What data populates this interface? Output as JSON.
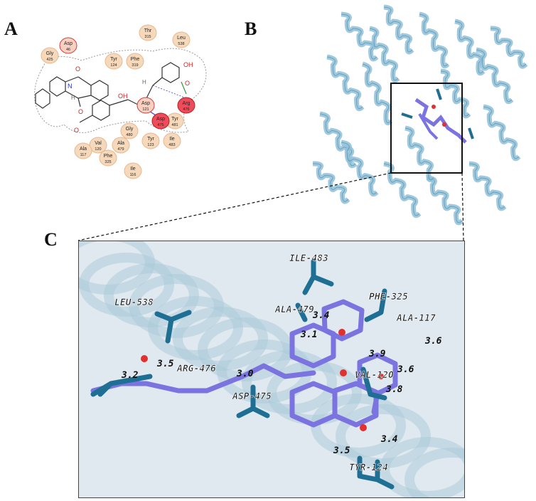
{
  "panels": {
    "a": "A",
    "b": "B",
    "c": "C"
  },
  "residues_2d": [
    {
      "name": "Thr",
      "num": "315",
      "type": "hydrophobic"
    },
    {
      "name": "Leu",
      "num": "538",
      "type": "hydrophobic"
    },
    {
      "name": "Gly",
      "num": "425",
      "type": "hydrophobic"
    },
    {
      "name": "Asp",
      "num": "46",
      "type": "charged"
    },
    {
      "name": "Tyr",
      "num": "124",
      "type": "hydrophobic"
    },
    {
      "name": "Phe",
      "num": "319",
      "type": "hydrophobic"
    },
    {
      "name": "Arg",
      "num": "476",
      "type": "hbond"
    },
    {
      "name": "Asp",
      "num": "121",
      "type": "charged"
    },
    {
      "name": "Tyr",
      "num": "481",
      "type": "hydrophobic"
    },
    {
      "name": "Asp",
      "num": "475",
      "type": "hbond"
    },
    {
      "name": "Gly",
      "num": "480",
      "type": "hydrophobic"
    },
    {
      "name": "Val",
      "num": "120",
      "type": "hydrophobic"
    },
    {
      "name": "Ala",
      "num": "479",
      "type": "hydrophobic"
    },
    {
      "name": "Tyr",
      "num": "123",
      "type": "hydrophobic"
    },
    {
      "name": "Ile",
      "num": "483",
      "type": "hydrophobic"
    },
    {
      "name": "Ala",
      "num": "117",
      "type": "hydrophobic"
    },
    {
      "name": "Phe",
      "num": "325",
      "type": "hydrophobic"
    },
    {
      "name": "Ile",
      "num": "116",
      "type": "hydrophobic"
    }
  ],
  "ligand_2d_labels": {
    "o": "O",
    "n": "N",
    "nh": "NH",
    "oh": "OH",
    "h": "H"
  },
  "residues_3d": [
    "ILE-483",
    "LEU-538",
    "ALA-479",
    "PHE-325",
    "ALA-117",
    "ARG-476",
    "VAL-120",
    "ASP-475",
    "TYR-124"
  ],
  "distances": [
    "3.4",
    "3.1",
    "3.9",
    "3.6",
    "3.5",
    "3.2",
    "3.0",
    "3.6",
    "3.8",
    "3.5",
    "3.4"
  ],
  "colors": {
    "hydrophobic": "#f6d9bb",
    "charged": "#f7d0c2",
    "hbond": "#ee4b5b",
    "ligand": "#7b74e0",
    "protein_stick": "#1e6f93",
    "cartoon": "#8fbfd8"
  }
}
